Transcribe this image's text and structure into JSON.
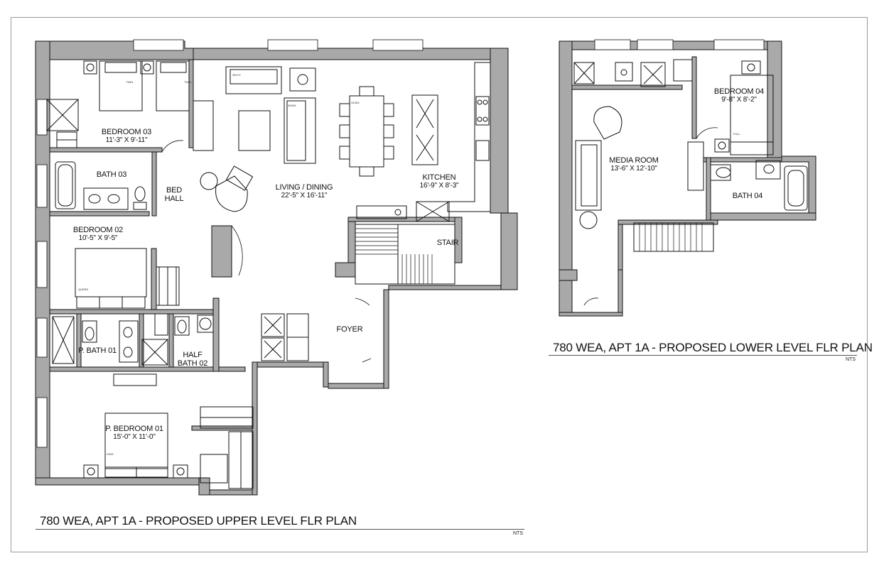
{
  "plans": {
    "upper": {
      "title": "780 WEA, APT 1A - PROPOSED UPPER LEVEL FLR PLAN",
      "scale_note": "NTS",
      "rooms": {
        "bedroom_03": {
          "name": "BEDROOM 03",
          "dims": "11'-3\" X 9'-11\""
        },
        "bath_03": {
          "name": "BATH 03"
        },
        "bed_hall": {
          "name": "BED\nHALL"
        },
        "bedroom_02": {
          "name": "BEDROOM 02",
          "dims": "10'-5\" X 9'-5\""
        },
        "p_bath_01": {
          "name": "P. BATH 01"
        },
        "half_bath_02": {
          "name": "HALF\nBATH 02"
        },
        "p_bedroom_01": {
          "name": "P. BEDROOM 01",
          "dims": "15'-0\" X 11'-0\""
        },
        "living_dining": {
          "name": "LIVING / DINING",
          "dims": "22'-5\" X 16'-11\""
        },
        "kitchen": {
          "name": "KITCHEN",
          "dims": "16'-9\" X 8'-3\""
        },
        "stair": {
          "name": "STAIR"
        },
        "foyer": {
          "name": "FOYER"
        }
      },
      "furniture_tags": {
        "twin_a": "TWIN",
        "twin_b": "TWIN",
        "queen": "QUEEN",
        "king": "KING",
        "sofa_a": "36X72",
        "sofa_b": "36X84",
        "table": "42X84"
      }
    },
    "lower": {
      "title": "780 WEA, APT 1A - PROPOSED LOWER LEVEL FLR PLAN",
      "scale_note": "NTS",
      "rooms": {
        "media_room": {
          "name": "MEDIA ROOM",
          "dims": "13'-6\" X 12'-10\""
        },
        "bedroom_04": {
          "name": "BEDROOM 04",
          "dims": "9'-8\" X 8'-2\""
        },
        "bath_04": {
          "name": "BATH 04"
        }
      },
      "furniture_tags": {
        "full": "FULL"
      }
    }
  },
  "colors": {
    "wall": "#a9a9a9",
    "line": "#111111",
    "frame": "#9a9a9a"
  }
}
